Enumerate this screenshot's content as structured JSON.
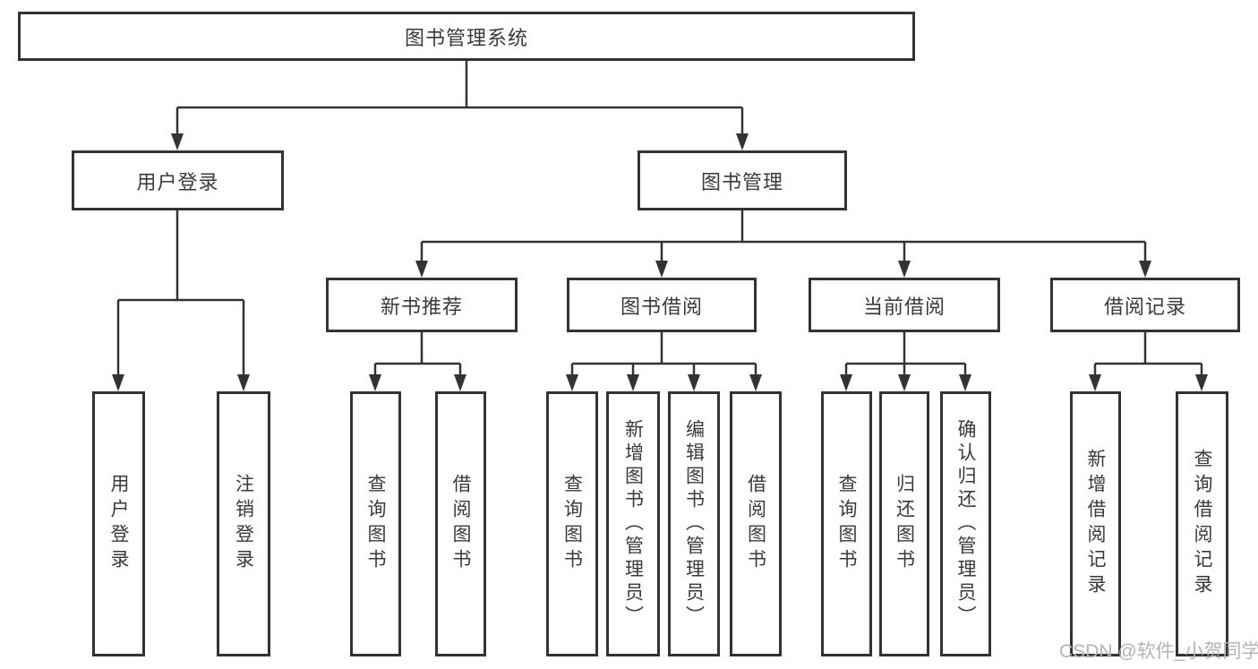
{
  "tree": {
    "label": "图书管理系统",
    "children": [
      {
        "label": "用户登录",
        "children": [
          {
            "label": "用户登录"
          },
          {
            "label": "注销登录"
          }
        ]
      },
      {
        "label": "图书管理",
        "children": [
          {
            "label": "新书推荐",
            "children": [
              {
                "label": "查询图书"
              },
              {
                "label": "借阅图书"
              }
            ]
          },
          {
            "label": "图书借阅",
            "children": [
              {
                "label": "查询图书"
              },
              {
                "label": "新增图书（管理员）"
              },
              {
                "label": "编辑图书（管理员）"
              },
              {
                "label": "借阅图书"
              }
            ]
          },
          {
            "label": "当前借阅",
            "children": [
              {
                "label": "查询图书"
              },
              {
                "label": "归还图书"
              },
              {
                "label": "确认归还（管理员）"
              }
            ]
          },
          {
            "label": "借阅记录",
            "children": [
              {
                "label": "新增借阅记录"
              },
              {
                "label": "查询借阅记录"
              }
            ]
          }
        ]
      }
    ]
  },
  "watermark": {
    "text": "CSDN @软件_小贺同学"
  },
  "colors": {
    "line": "#333333",
    "text": "#3a3a3a",
    "watermark": "#b4b4b4",
    "background": "#ffffff"
  }
}
